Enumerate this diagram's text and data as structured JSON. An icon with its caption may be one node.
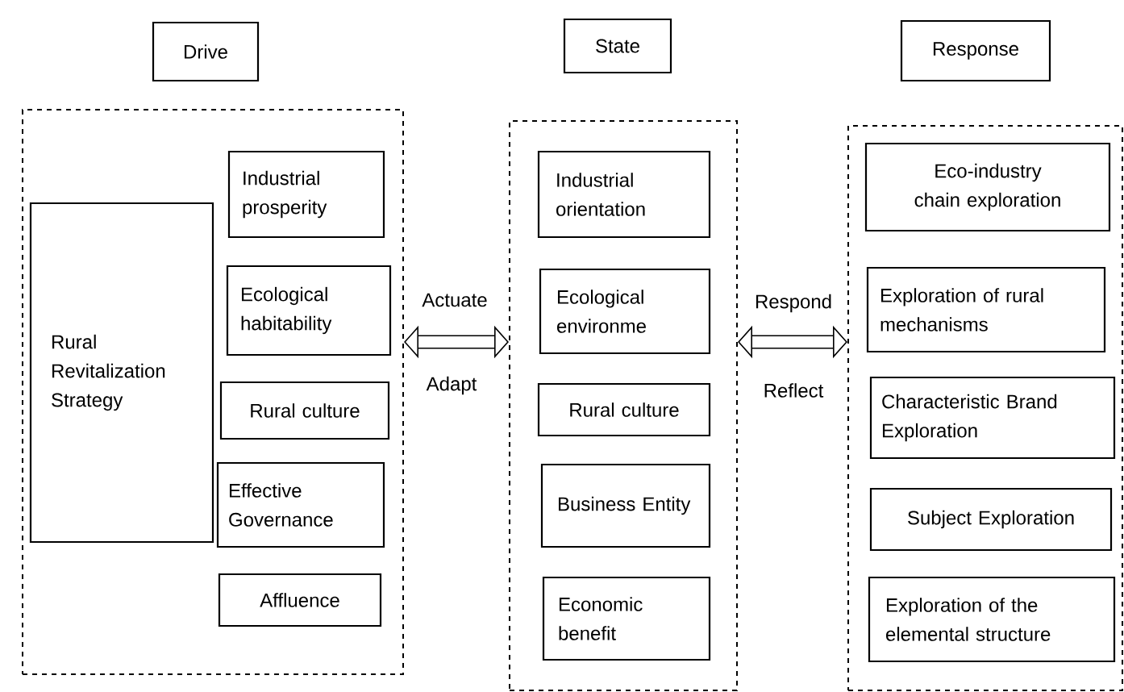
{
  "diagram": {
    "nodes": [
      {
        "text": [
          "Drive"
        ]
      },
      {
        "text": [
          "State"
        ]
      },
      {
        "text": [
          "Response"
        ]
      },
      {
        "text": [],
        "shape": "box"
      },
      {
        "text": [
          "Rural Revitalization Strategy"
        ],
        "in": 3
      },
      {
        "text": [
          "Industrial prosperity"
        ],
        "in": 3
      },
      {
        "text": [
          "Ecological habitability"
        ],
        "in": 3
      },
      {
        "text": [
          "Rural culture"
        ],
        "in": 3
      },
      {
        "text": [
          "Effective Governance"
        ],
        "in": 3
      },
      {
        "text": [
          "Affluence"
        ],
        "in": 3
      },
      {
        "text": [],
        "shape": "box"
      },
      {
        "text": [
          "Industrial orientation"
        ],
        "in": 10
      },
      {
        "text": [
          "Ecological environme"
        ],
        "in": 10
      },
      {
        "text": [
          "Rural culture"
        ],
        "in": 10
      },
      {
        "text": [
          "Business Entity"
        ],
        "in": 10
      },
      {
        "text": [
          "Economic benefit"
        ],
        "in": 10
      },
      {
        "text": [],
        "shape": "box"
      },
      {
        "text": [
          "Eco-industry chain exploration"
        ],
        "in": 16
      },
      {
        "text": [
          "Exploration of rural mechanisms"
        ],
        "in": 16
      },
      {
        "text": [
          "Characteristic Brand Exploration"
        ],
        "in": 16
      },
      {
        "text": [
          "Subject Exploration"
        ],
        "in": 16
      },
      {
        "text": [
          "Exploration of the elemental structure"
        ],
        "in": 16
      }
    ],
    "edges": [
      {
        "from": 3,
        "to": 10,
        "arrow": "both",
        "label": "Actuate"
      },
      {
        "from": 10,
        "to": 16,
        "arrow": "both",
        "label": "Respond"
      }
    ],
    "labels": [
      "Adapt",
      "Reflect"
    ]
  }
}
